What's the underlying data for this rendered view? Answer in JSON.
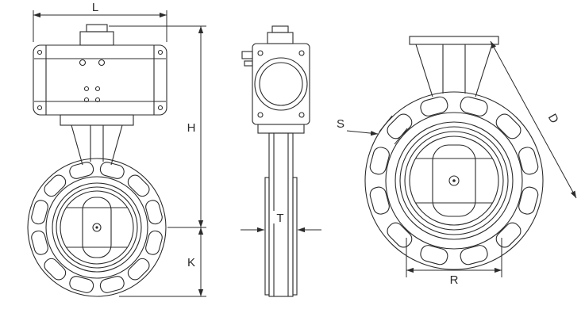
{
  "drawing": {
    "type": "butterfly-valve-with-pneumatic-actuator-dimensional-drawing",
    "views": [
      "front-view-with-actuator",
      "side-view",
      "face-view"
    ]
  },
  "dimensions": {
    "L": "L",
    "H": "H",
    "K": "K",
    "T": "T",
    "S": "S",
    "D": "D",
    "R": "R"
  },
  "colors": {
    "line": "#2b2b2b",
    "background": "#ffffff"
  }
}
